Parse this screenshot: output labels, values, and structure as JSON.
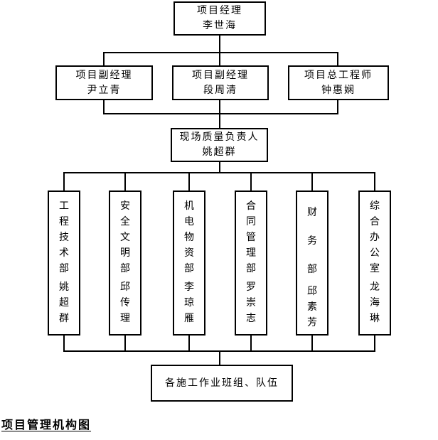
{
  "caption": "项目管理机构图",
  "org_chart": {
    "project_manager": {
      "role": "项目经理",
      "name": "李世海"
    },
    "deputies": [
      {
        "role": "项目副经理",
        "name": "尹立青"
      },
      {
        "role": "项目副经理",
        "name": "段周清"
      },
      {
        "role": "项目总工程师",
        "name": "钟惠娴"
      }
    ],
    "site_quality_lead": {
      "role": "现场质量负责人",
      "name": "姚超群"
    },
    "departments": [
      {
        "dept": "工程技术部",
        "head": "姚超群"
      },
      {
        "dept": "安全文明部",
        "head": "邱传理"
      },
      {
        "dept": "机电物资部",
        "head": "李琼雁"
      },
      {
        "dept": "合同管理部",
        "head": "罗崇志"
      },
      {
        "dept": "财务部",
        "head": "邱素芳"
      },
      {
        "dept": "综合办公室",
        "head": "龙海琳"
      }
    ],
    "work_teams": {
      "label": "各施工作业班组、队伍"
    }
  }
}
